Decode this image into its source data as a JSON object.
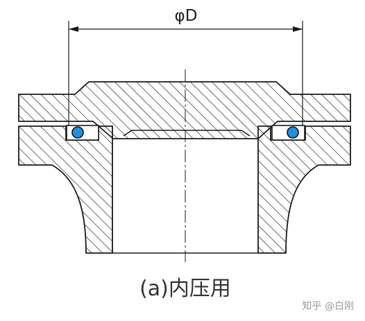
{
  "diagram": {
    "dimension_label": "φD",
    "caption": "(a)内压用",
    "watermark": "知乎 @白刚",
    "colors": {
      "line": "#1a1a1a",
      "hatch": "#2a2a2a",
      "oring_fill": "#1e90e0",
      "oring_stroke": "#111111",
      "background": "#ffffff"
    }
  }
}
